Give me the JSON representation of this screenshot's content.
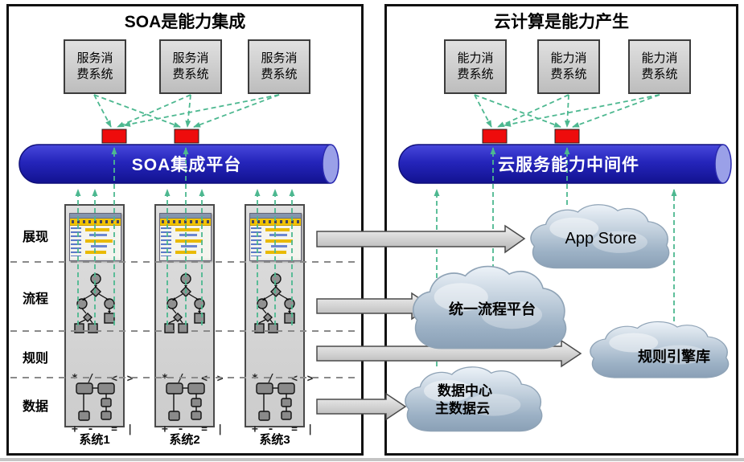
{
  "left_panel": {
    "title": "SOA是能力集成",
    "consumer_boxes": [
      "服务消\n费系统",
      "服务消\n费系统",
      "服务消\n费系统"
    ],
    "bus_label": "SOA集成平台",
    "layers": [
      "展现",
      "流程",
      "规则",
      "数据"
    ],
    "rules_line1": "* /  < >",
    "rules_line2": "+ -  = |",
    "systems": [
      "系统1",
      "系统2",
      "系统3"
    ]
  },
  "right_panel": {
    "title": "云计算是能力产生",
    "consumer_boxes": [
      "能力消\n费系统",
      "能力消\n费系统",
      "能力消\n费系统"
    ],
    "bus_label": "云服务能力中间件",
    "clouds": {
      "app_store": "App Store",
      "process": "统一流程平台",
      "rules": "规则引擎库",
      "data_line1": "数据中心",
      "data_line2": "主数据云"
    }
  },
  "colors": {
    "bus_blue": "#2525bb",
    "connector_red": "#ee0c0c",
    "link_green": "#4db890",
    "stack_gray": "#d9d9d9",
    "arrow_gray": "#d8d8d8",
    "cloud_blue_gray": "#9cb1c5"
  }
}
